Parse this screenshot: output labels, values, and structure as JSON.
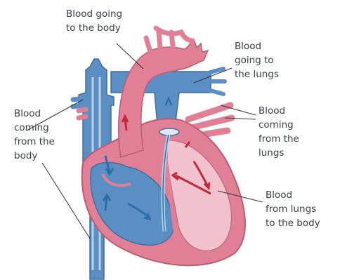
{
  "labels": {
    "to_body_top": "Blood going\nto the body",
    "to_lungs": "Blood\ngoing to\nthe lungs",
    "from_lungs": "Blood\ncoming\nfrom the\nlungs",
    "from_body": "Blood\ncoming\nfrom the\nbody",
    "lungs_to_body": "Blood\nfrom lungs\nto the body"
  },
  "colors": {
    "deoxygenated_blue": "#5b8fc4",
    "blue_light": "#b5d2ea",
    "oxygenated_pink": "#e07f95",
    "pink_light": "#f1c2cd",
    "arrow_red": "#c0283a",
    "arrow_blue": "#2a6fa8",
    "leader_line": "#333333"
  }
}
